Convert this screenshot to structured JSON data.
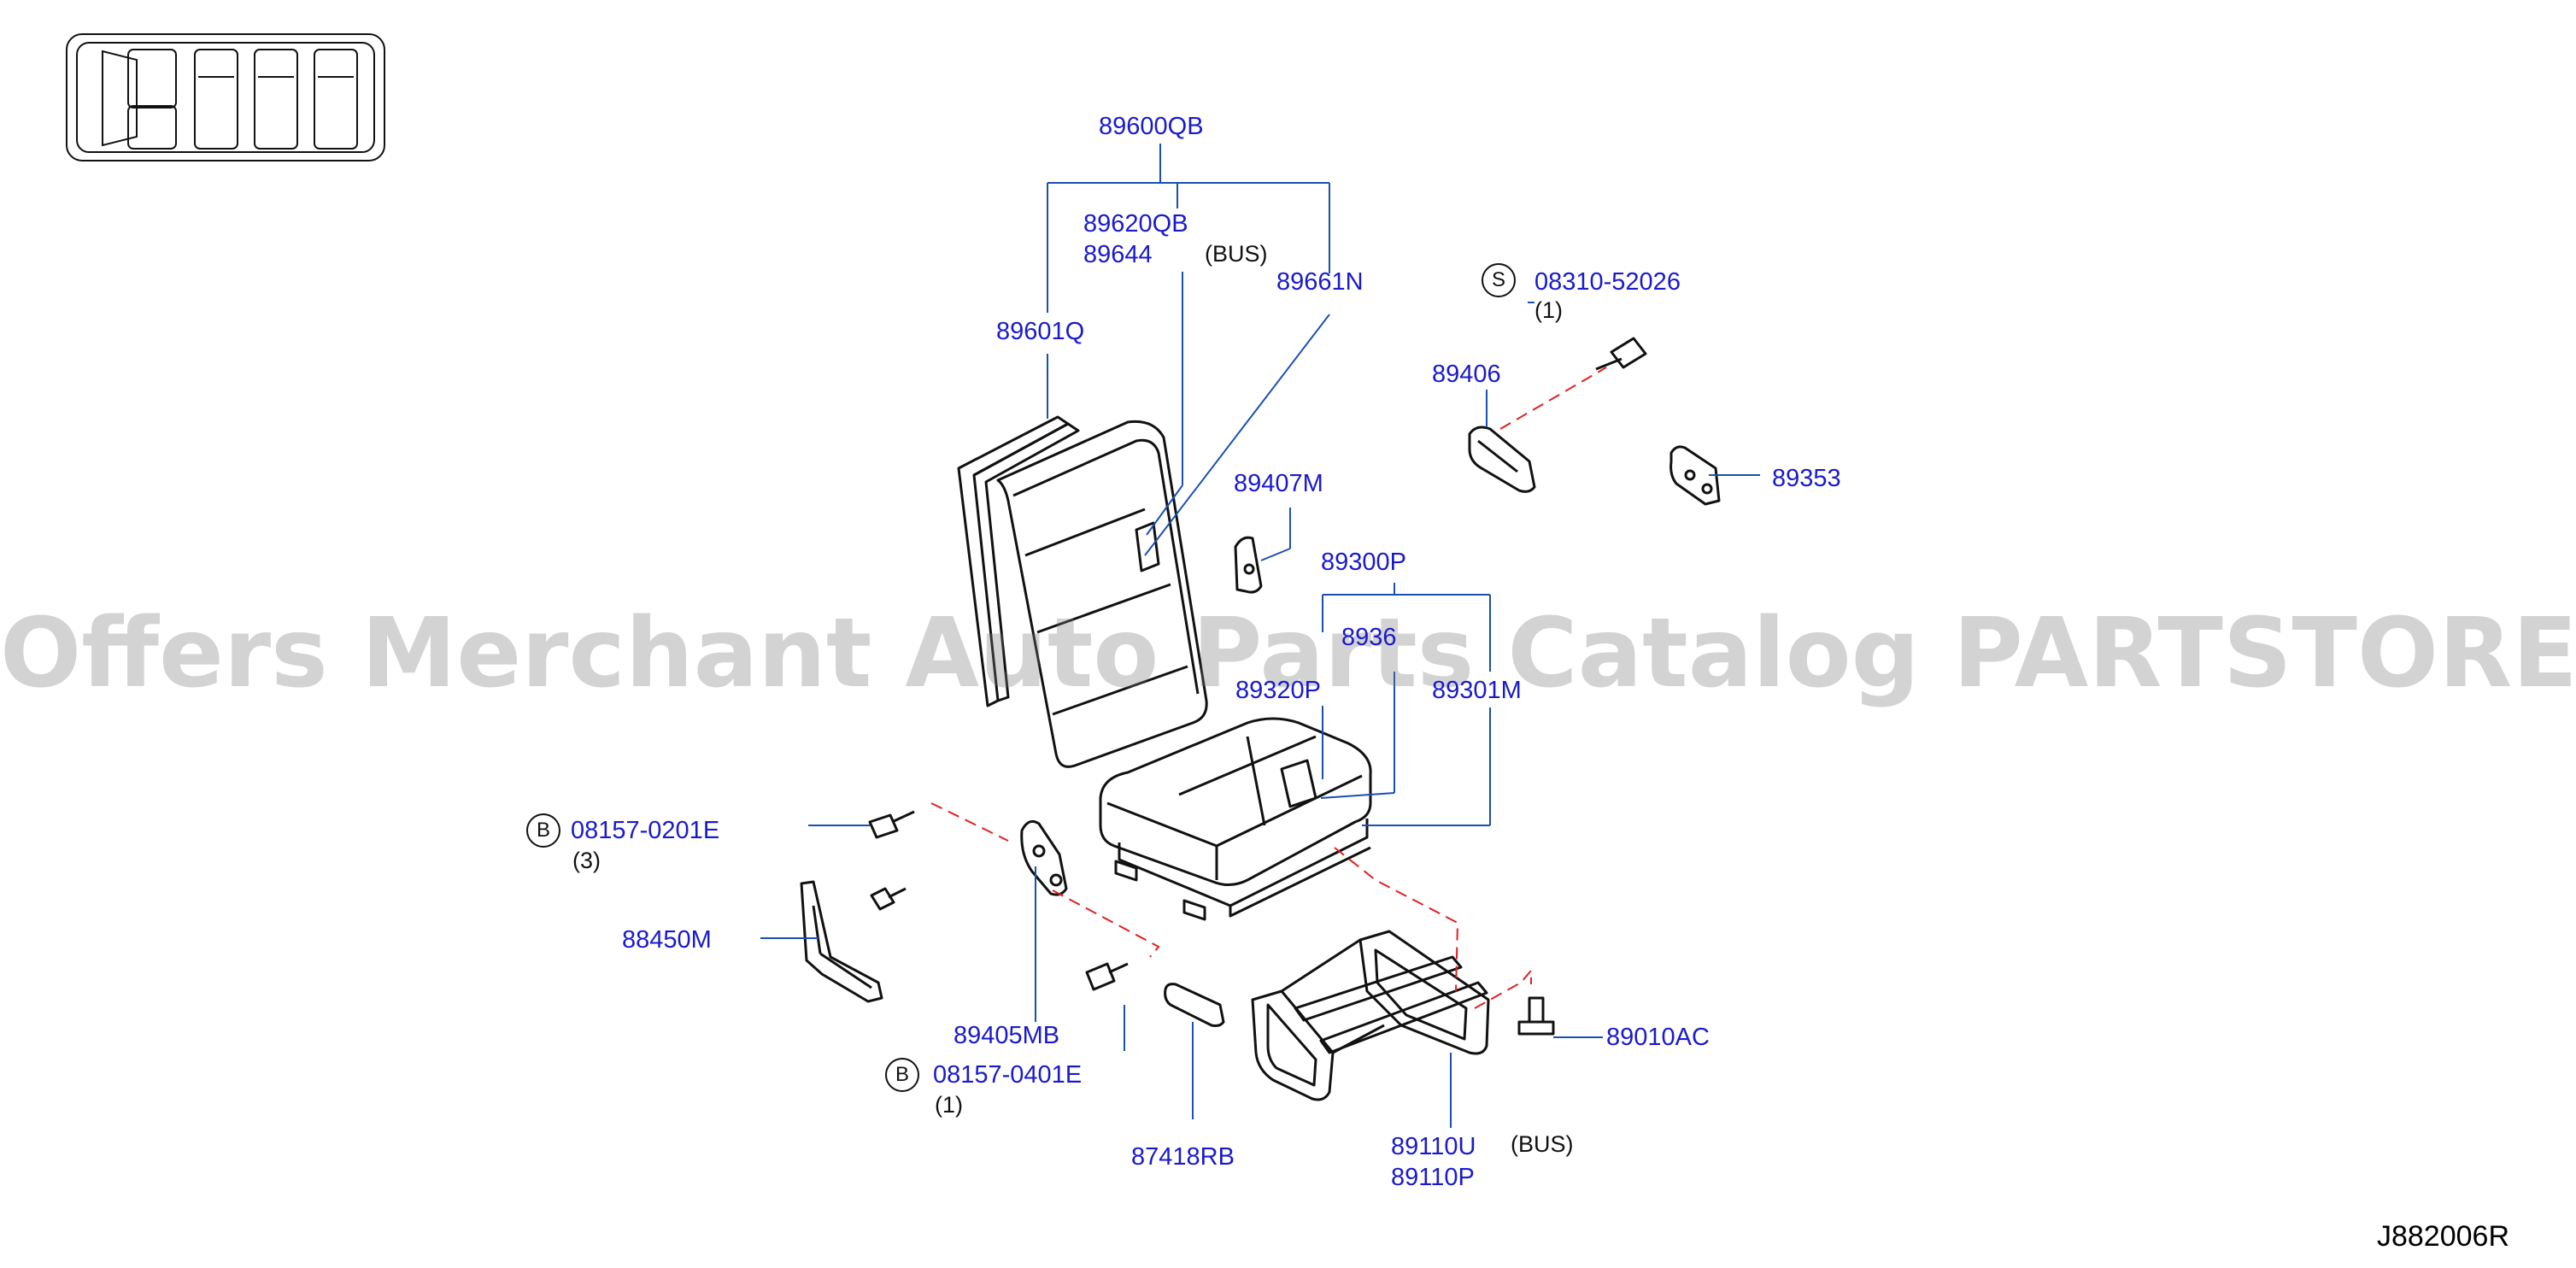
{
  "watermark": "Offers Merchant Auto Parts Catalog PARTSTORE.SA",
  "diagram_id": "J882006R",
  "colors": {
    "part_number": "#1a1acc",
    "leader_line": "#1a4fb3",
    "dashed_line": "#e02020",
    "drawing": "#111111"
  },
  "parts": {
    "p89600QB": "89600QB",
    "p89620QB": "89620QB",
    "p89644": "89644",
    "bus_1": "(BUS)",
    "p89661N": "89661N",
    "p89601Q": "89601Q",
    "p08310_52026": "08310-52026",
    "qty_1a": "(1)",
    "p89406": "89406",
    "p89353": "89353",
    "p89407M": "89407M",
    "p89300P": "89300P",
    "p8936x": "8936",
    "p89320P": "89320P",
    "p89301M": "89301M",
    "p08157_0201E": "08157-0201E",
    "qty_3": "(3)",
    "p88450M": "88450M",
    "p89405MB": "89405MB",
    "p08157_0401E": "08157-0401E",
    "qty_1b": "(1)",
    "p87418RB": "87418RB",
    "p89110U": "89110U",
    "bus_2": "(BUS)",
    "p89110P": "89110P",
    "p89010AC": "89010AC"
  },
  "symbols": {
    "s": "S",
    "b1": "B",
    "b2": "B"
  }
}
